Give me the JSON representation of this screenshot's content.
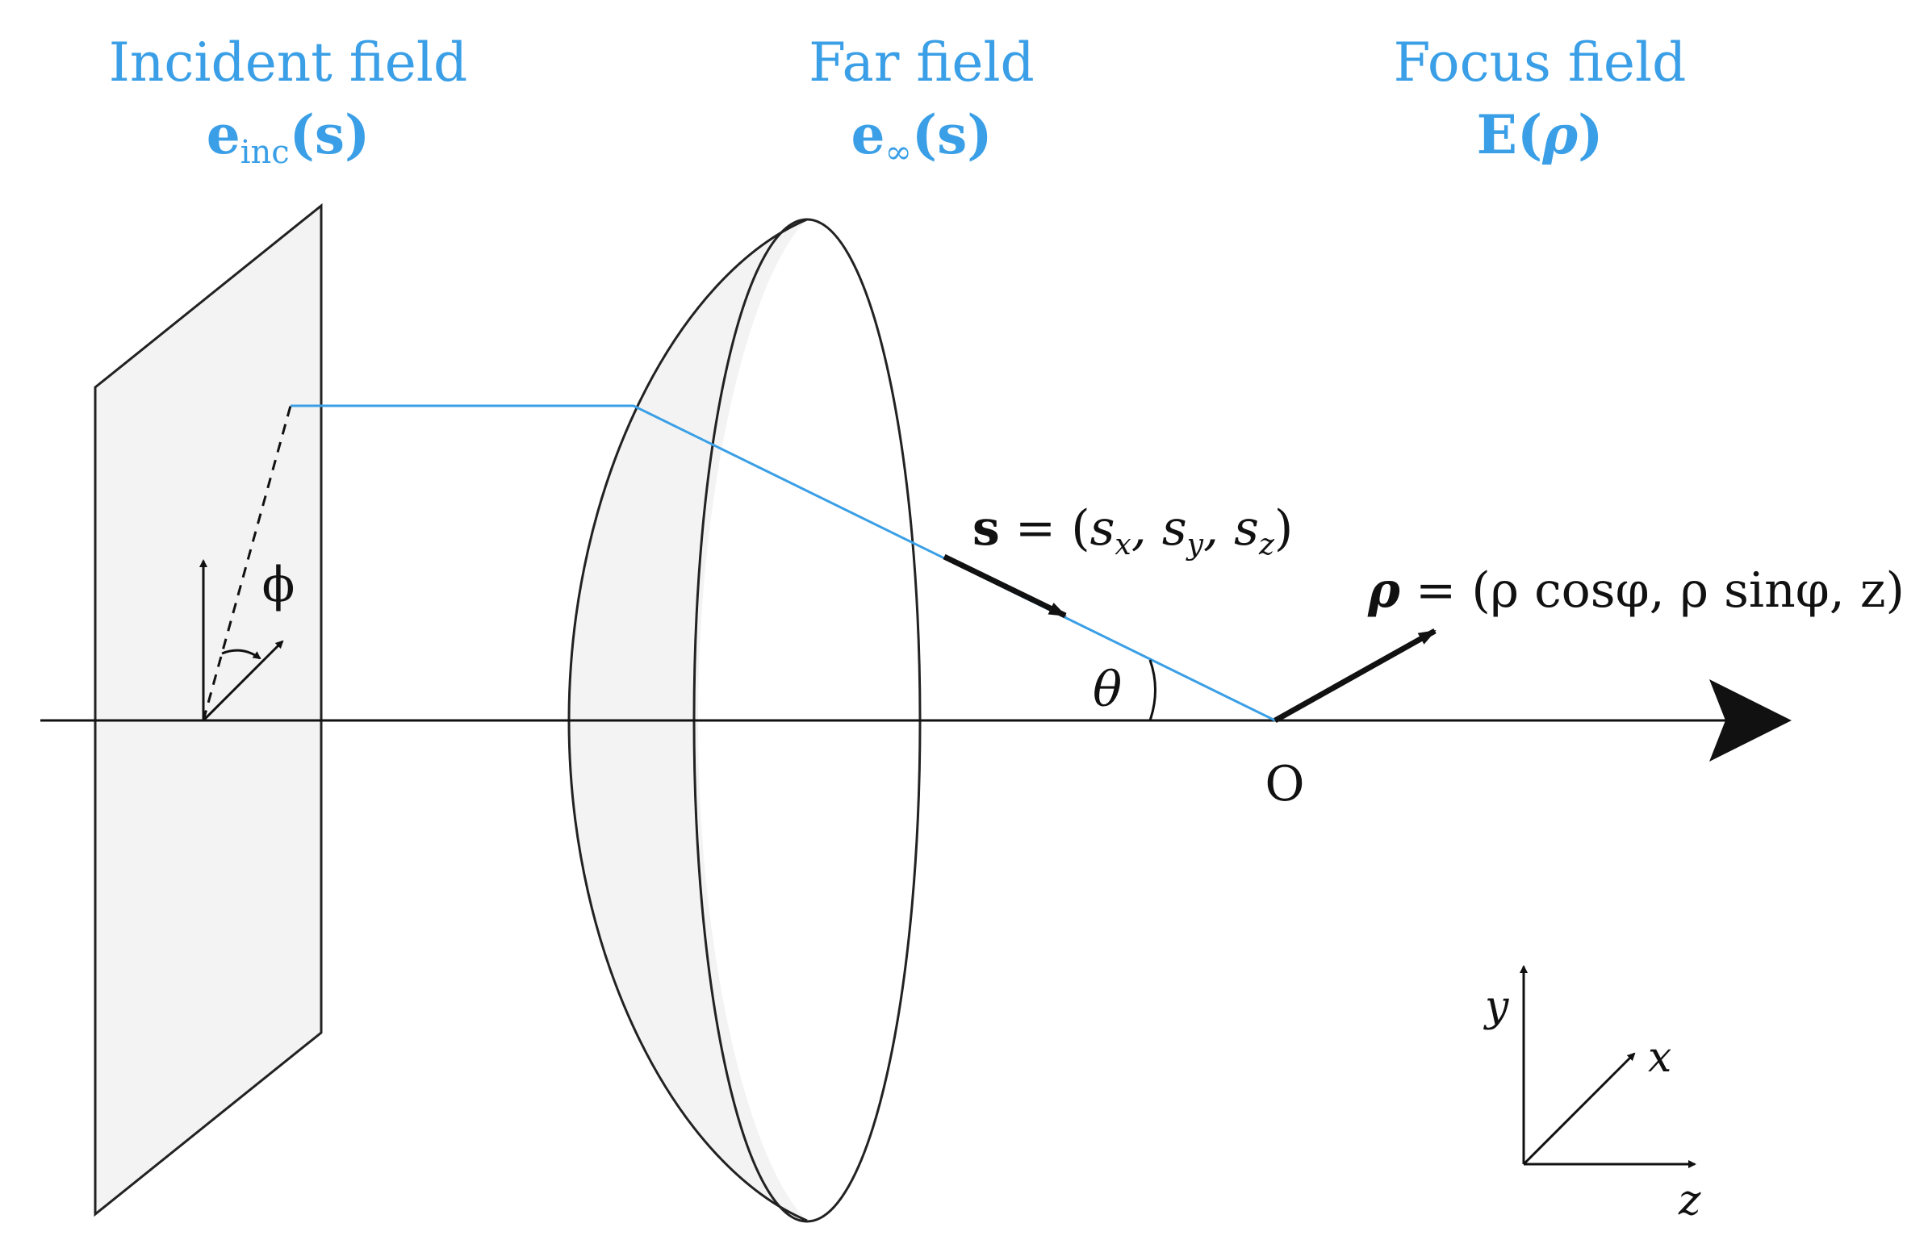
{
  "titles": {
    "incident": "Incident field",
    "far": "Far field",
    "focus": "Focus field"
  },
  "fields": {
    "incident": {
      "main": "e",
      "sub": "inc",
      "arg": "(s)"
    },
    "far": {
      "main": "e",
      "sub": "∞",
      "arg": "(s)"
    },
    "focus": {
      "main": "E",
      "open": "(",
      "rho": "ρ",
      "close": ")"
    }
  },
  "labels": {
    "phi": "ϕ",
    "theta": "θ",
    "origin": "O",
    "s_vector": {
      "bold": "s",
      "eq": " = (",
      "sx": "s",
      "sx_sub": "x",
      "sy": ", s",
      "sy_sub": "y",
      "sz": ", s",
      "sz_sub": "z",
      "close": ")"
    },
    "rho_vector": {
      "bold": "ρ",
      "rest": " = (ρ cosφ, ρ sinφ, z)"
    }
  },
  "axes": {
    "x": "x",
    "y": "y",
    "z": "z"
  },
  "colors": {
    "accent": "#3a9fe6",
    "ink": "#111111",
    "plane_fill": "#f3f3f3"
  }
}
